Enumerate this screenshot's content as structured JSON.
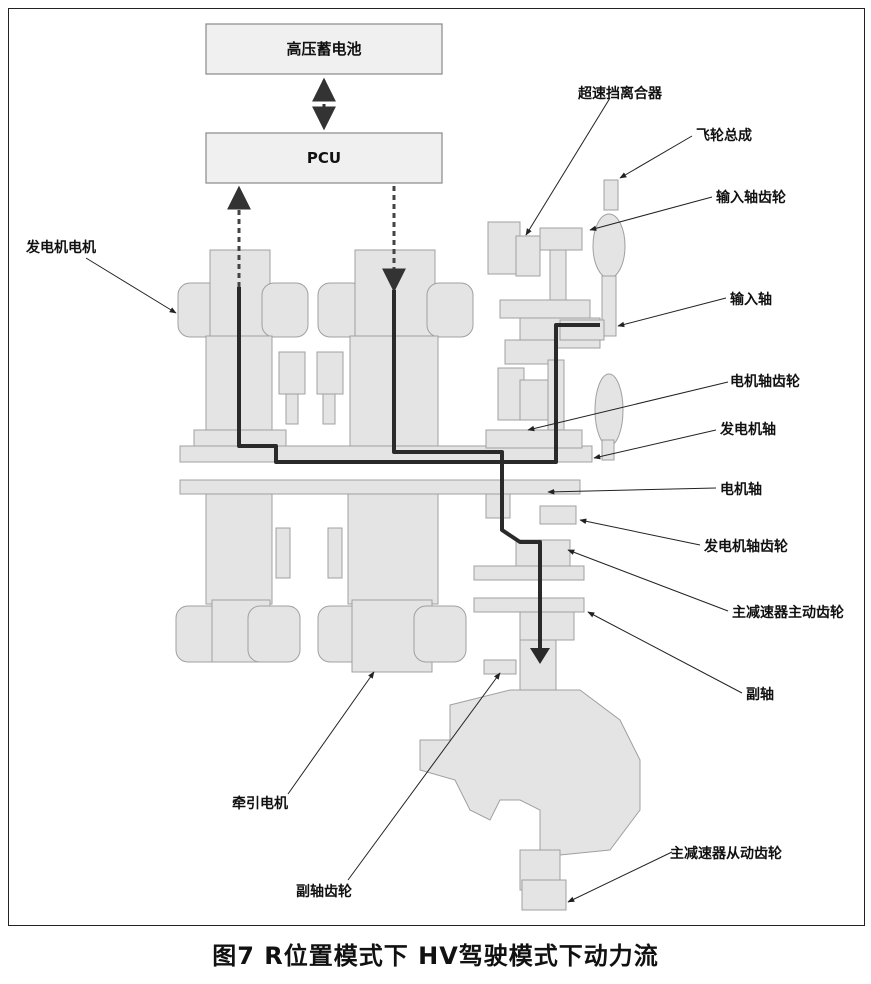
{
  "blocks": {
    "battery": "高压蓄电池",
    "pcu": "PCU"
  },
  "labels": {
    "overdrive_clutch": "超速挡离合器",
    "flywheel_assembly": "飞轮总成",
    "input_shaft_gear": "输入轴齿轮",
    "generator_motor": "发电机电机",
    "input_shaft": "输入轴",
    "motor_shaft_gear": "电机轴齿轮",
    "generator_shaft": "发电机轴",
    "motor_shaft": "电机轴",
    "generator_shaft_gear": "发电机轴齿轮",
    "final_drive_gear": "主减速器主动齿轮",
    "counter_shaft": "副轴",
    "traction_motor": "牵引电机",
    "final_driven_gear": "主减速器从动齿轮",
    "counter_shaft_gear": "副轴齿轮"
  },
  "caption": "图7 R位置模式下 HV驾驶模式下动力流",
  "colors": {
    "part_fill": "#e4e4e4",
    "part_stroke": "#9a9a9a",
    "power_flow": "#2a2a2a",
    "electric_flow": "#555555"
  }
}
